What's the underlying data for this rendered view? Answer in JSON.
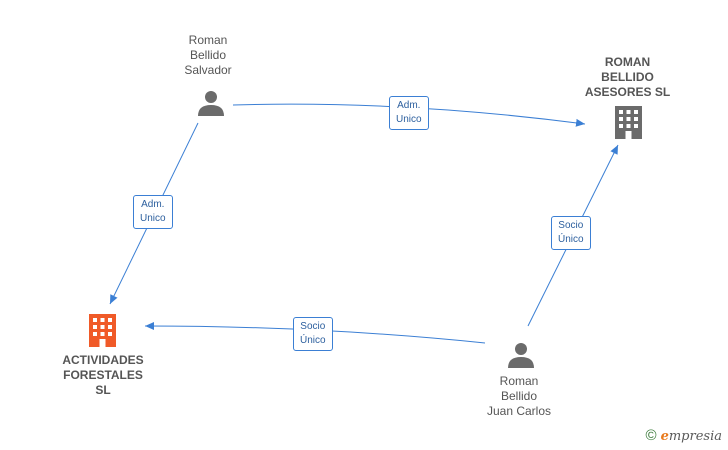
{
  "nodes": {
    "person_salvador": {
      "label": "Roman\nBellido\nSalvador",
      "type": "person"
    },
    "company_asesores": {
      "label": "ROMAN\nBELLIDO\nASESORES  SL",
      "type": "company"
    },
    "company_actividades": {
      "label": "ACTIVIDADES\nFORESTALES\nSL",
      "type": "company",
      "highlight": true
    },
    "person_juan_carlos": {
      "label": "Roman\nBellido\nJuan Carlos",
      "type": "person"
    }
  },
  "edges": {
    "salvador_to_asesores": "Adm.\nUnico",
    "salvador_to_actividades": "Adm.\nUnico",
    "juancarlos_to_asesores": "Socio\nÚnico",
    "juancarlos_to_actividades": "Socio\nÚnico"
  },
  "colors": {
    "edge": "#3b7fd4",
    "person_icon": "#6b6b6b",
    "company_icon": "#6b6b6b",
    "company_highlight": "#f05a28"
  },
  "watermark": {
    "copyright": "©",
    "brand_initial": "e",
    "brand_rest": "mpresia"
  }
}
